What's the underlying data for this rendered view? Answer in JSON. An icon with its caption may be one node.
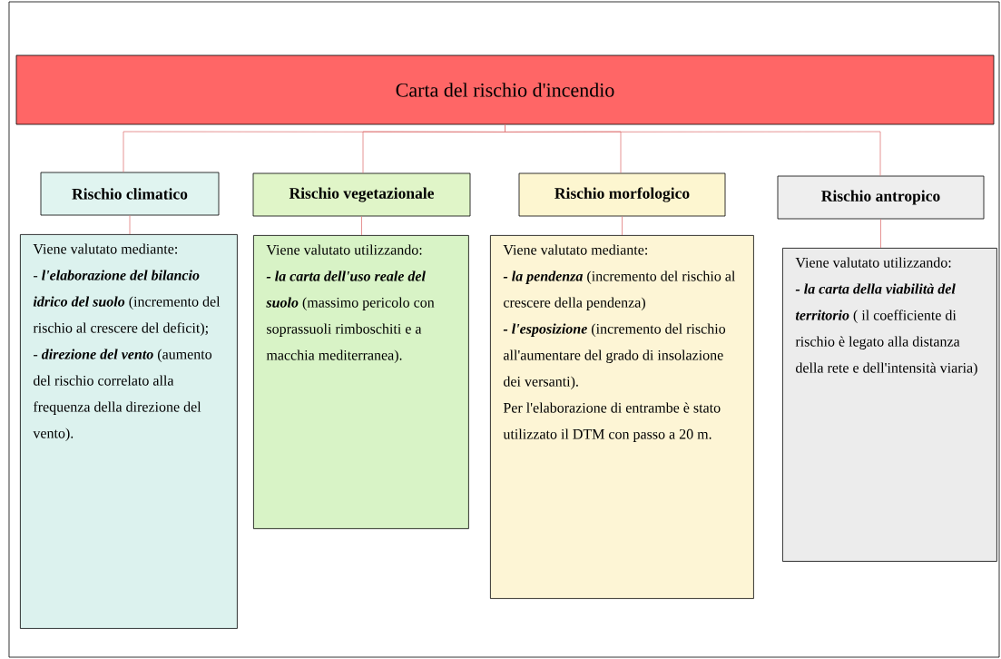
{
  "diagram": {
    "nodes": [
      {
        "text": [
          "Carta del rischio d'incendio"
        ]
      },
      {
        "text": [
          "Rischio climatico"
        ]
      },
      {
        "text": [
          "Rischio vegetazionale"
        ]
      },
      {
        "text": [
          "Rischio morfologico"
        ]
      },
      {
        "text": [
          "Rischio antropico"
        ]
      },
      {
        "text": [
          "Viene valutato mediante:",
          "- **l'elaborazione del bilancio idrico del suolo** (incremento del rischio al crescere del deficit);",
          "- **direzione del vento** (aumento del rischio correlato alla frequenza della direzione del vento)."
        ]
      },
      {
        "text": [
          "Viene valutato utilizzando:",
          "**- la carta dell'uso reale del suolo** (massimo pericolo con soprassuoli rimboschiti e a macchia mediterranea)."
        ]
      },
      {
        "text": [
          "Viene valutato mediante:",
          "**- la pendenza** (incremento del rischio al crescere della pendenza)",
          "**- l'esposizione** (incremento del rischio all'aumentare del grado di insolazione dei versanti).",
          "Per l'elaborazione di entrambe è stato utilizzato il DTM con passo a 20 m."
        ]
      },
      {
        "text": [
          "Viene valutato utilizzando:",
          "**- la carta della viabilità del territorio** ( il coefficiente di rischio è legato alla distanza della rete e dell'intensità viaria)"
        ]
      }
    ],
    "edges": [
      {
        "from": 0,
        "to": 1,
        "arrow": "none"
      },
      {
        "from": 0,
        "to": 2,
        "arrow": "none"
      },
      {
        "from": 0,
        "to": 3,
        "arrow": "none"
      },
      {
        "from": 0,
        "to": 4,
        "arrow": "none"
      },
      {
        "from": 1,
        "to": 5,
        "arrow": "none"
      },
      {
        "from": 2,
        "to": 6,
        "arrow": "none"
      },
      {
        "from": 3,
        "to": 7,
        "arrow": "none"
      },
      {
        "from": 4,
        "to": 8,
        "arrow": "none"
      }
    ]
  }
}
